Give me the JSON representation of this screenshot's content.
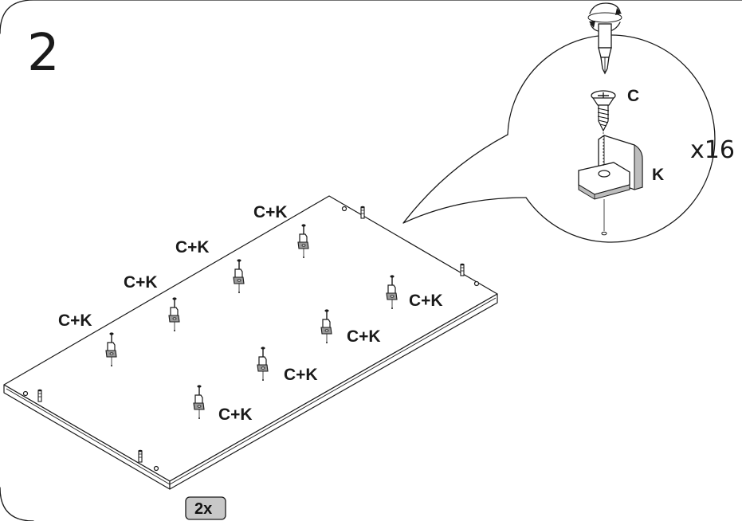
{
  "step_number": "2",
  "callout": {
    "screw_label": "C",
    "bracket_label": "K",
    "multiplier": "x16"
  },
  "placements": [
    {
      "label": "C+K"
    },
    {
      "label": "C+K"
    },
    {
      "label": "C+K"
    },
    {
      "label": "C+K"
    },
    {
      "label": "C+K"
    },
    {
      "label": "C+K"
    },
    {
      "label": "C+K"
    },
    {
      "label": "C+K"
    }
  ],
  "quantity_badge": "2x",
  "icons": {
    "rotation": "rotation-arrows-icon",
    "screwdriver": "screwdriver-bit-icon",
    "screw": "screw-icon",
    "bracket": "bracket-icon"
  },
  "colors": {
    "line": "#1a1a1a",
    "badge_fill": "#c8c8c8",
    "part_shade": "#bdbdbd"
  }
}
